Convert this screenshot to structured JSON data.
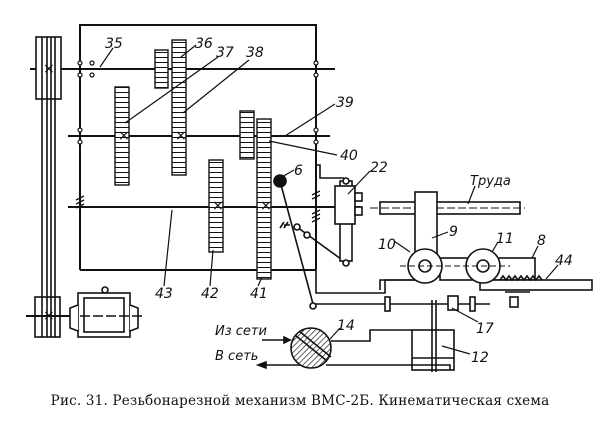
{
  "figure": {
    "caption": "Рис. 31. Резьбонарезной механизм ВМС-2Б. Кинематическая схема",
    "labels": {
      "l35": "35",
      "l36": "36",
      "l37": "37",
      "l38": "38",
      "l39": "39",
      "l40": "40",
      "l41": "41",
      "l42": "42",
      "l43": "43",
      "l44": "44",
      "l6": "6",
      "l8": "8",
      "l9": "9",
      "l10": "10",
      "l11": "11",
      "l12": "12",
      "l14": "14",
      "l17": "17",
      "l22": "22",
      "pipe": "Труда",
      "from_network": "Из сети",
      "to_network": "В сеть"
    }
  }
}
